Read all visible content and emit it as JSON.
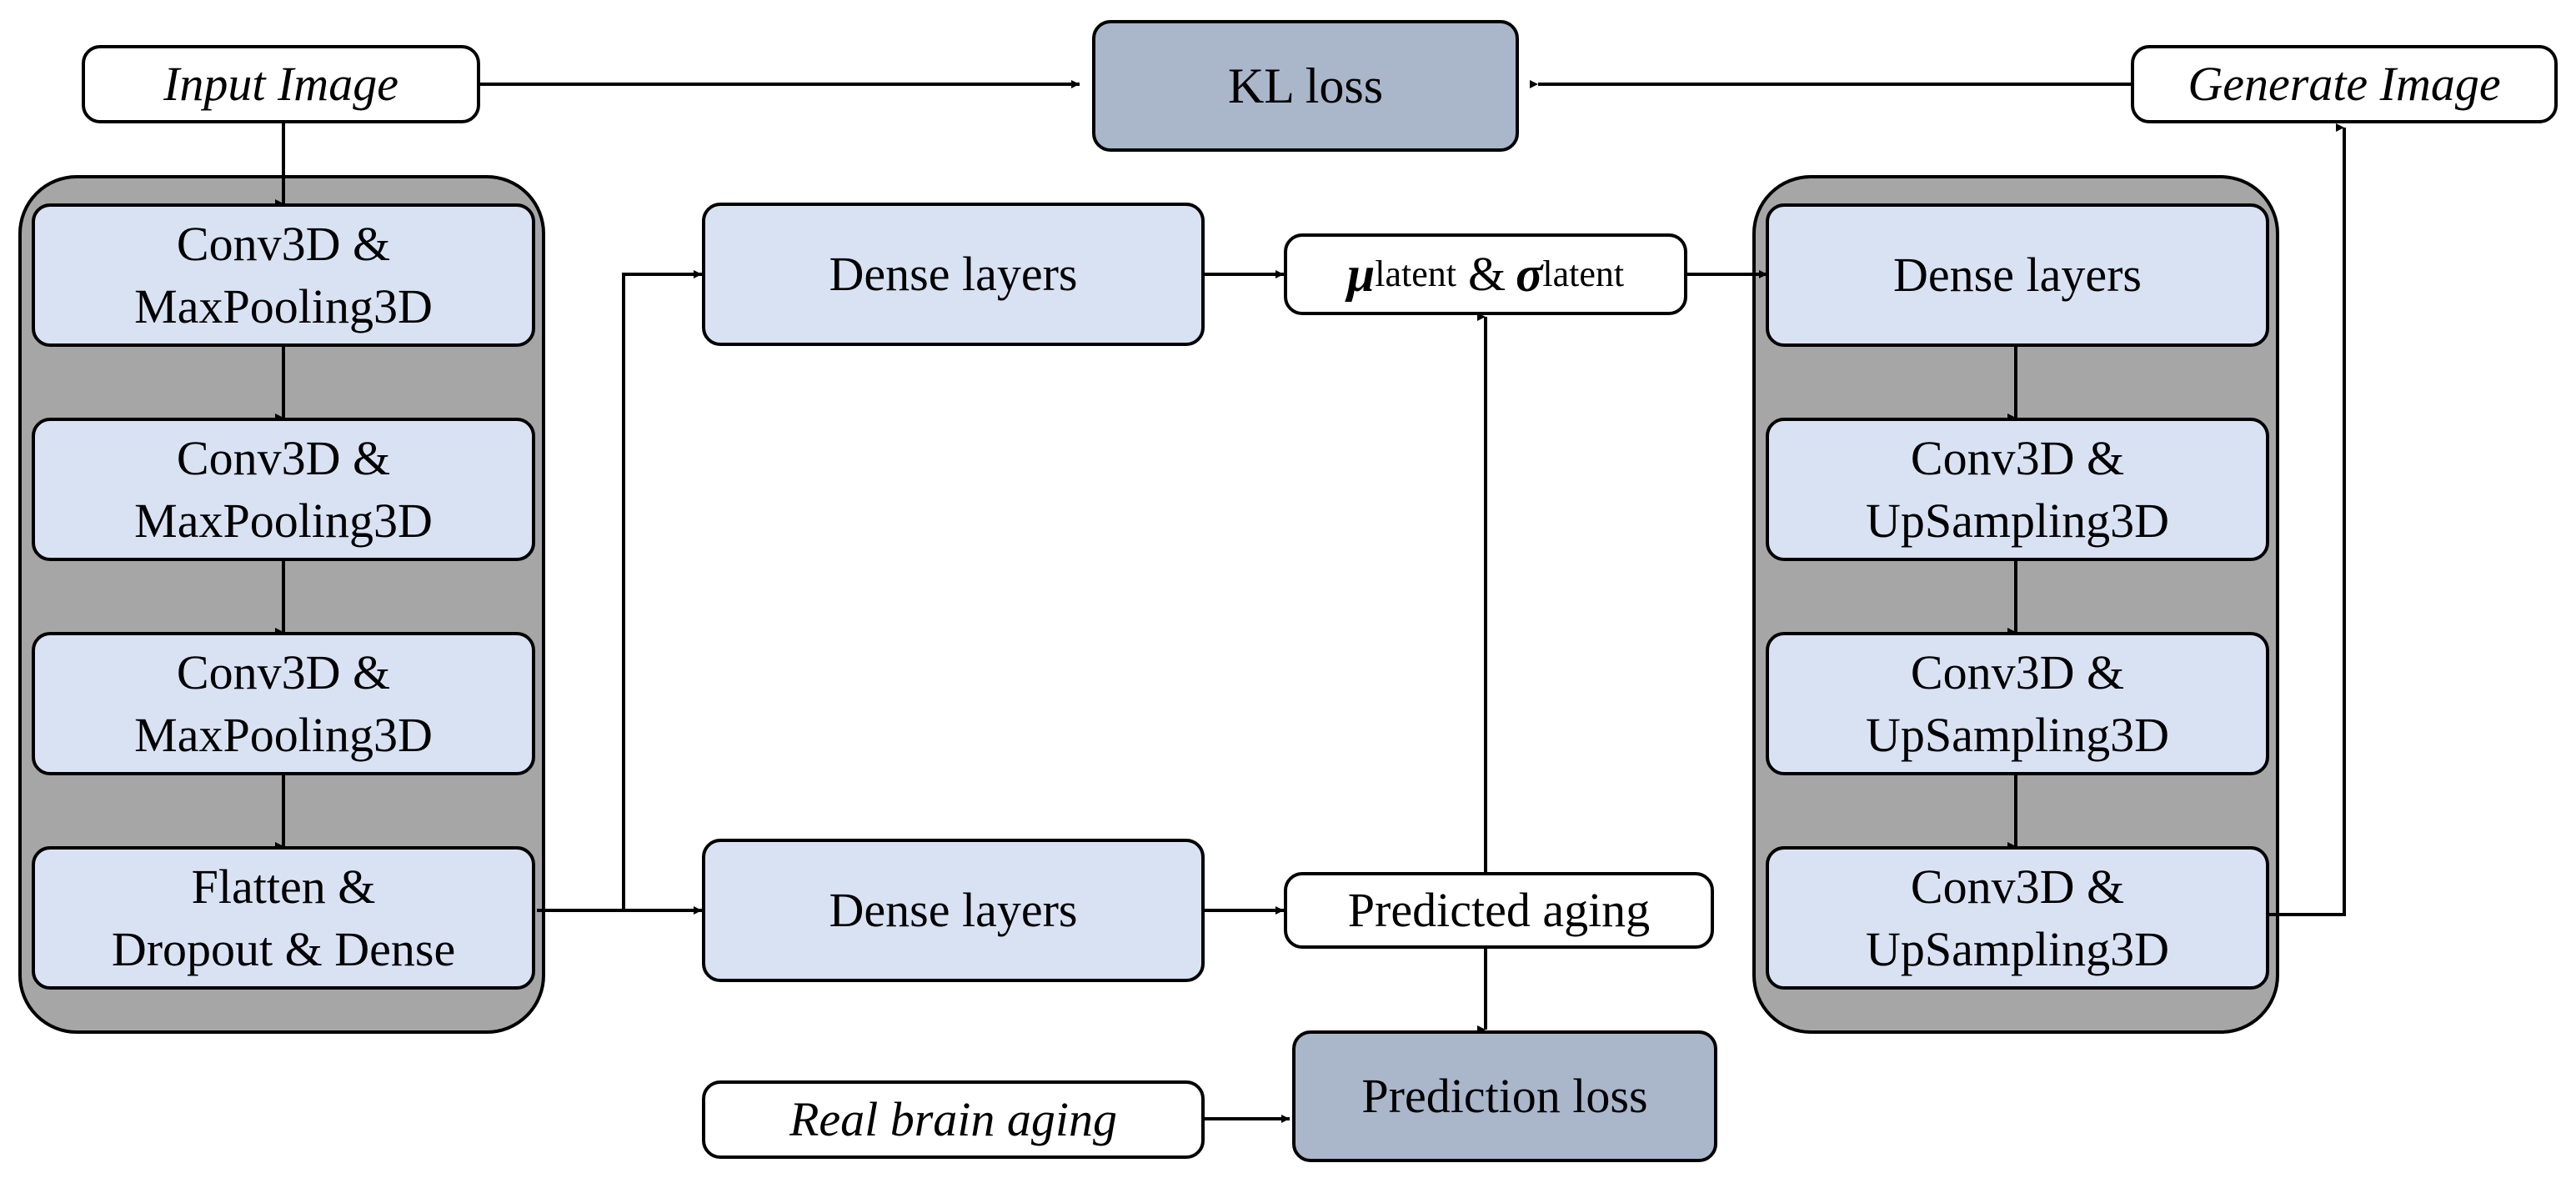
{
  "inputs": {
    "input_image": "Input Image",
    "generate_image": "Generate Image",
    "real_brain_aging": "Real brain aging"
  },
  "losses": {
    "kl": "KL loss",
    "prediction": "Prediction loss"
  },
  "encoder": {
    "blocks": [
      "Conv3D &\nMaxPooling3D",
      "Conv3D &\nMaxPooling3D",
      "Conv3D &\nMaxPooling3D",
      "Flatten &\nDropout & Dense"
    ]
  },
  "middle": {
    "dense_top": "Dense layers",
    "dense_bottom": "Dense layers",
    "latent": {
      "mu": "μ",
      "sigma": "σ",
      "subscript": "latent",
      "joiner": "&"
    },
    "predicted_aging": "Predicted aging"
  },
  "decoder": {
    "blocks": [
      "Dense layers",
      "Conv3D &\nUpSampling3D",
      "Conv3D &\nUpSampling3D",
      "Conv3D &\nUpSampling3D"
    ]
  },
  "colors": {
    "layer_fill": "#d9e2f3",
    "loss_fill": "#aab6ca",
    "group_fill": "#a6a6a6",
    "line": "#000000"
  }
}
